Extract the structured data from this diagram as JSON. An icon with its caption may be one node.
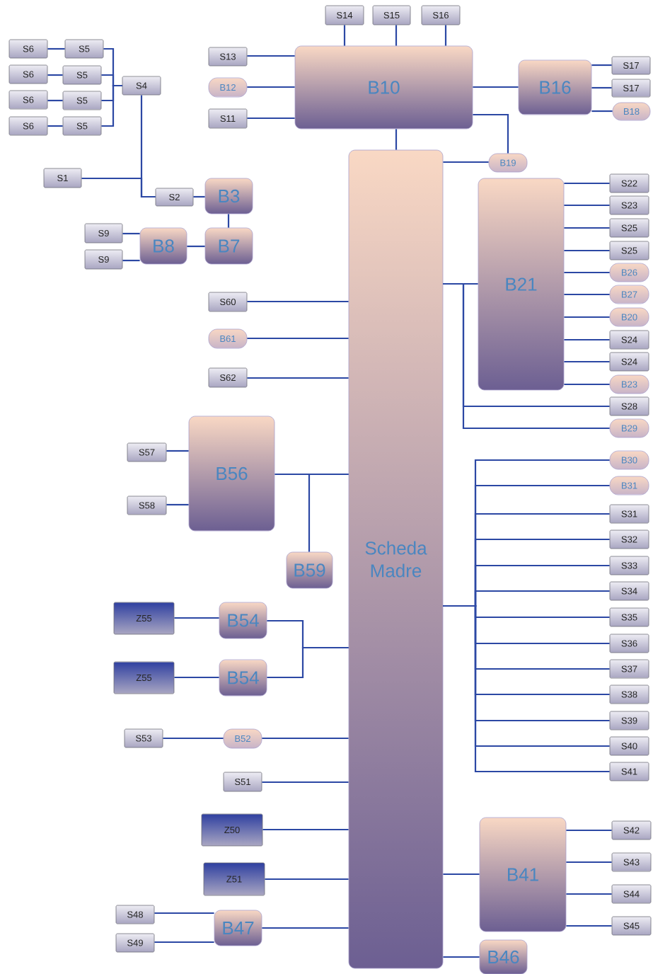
{
  "diagram": {
    "nodes": [
      {
        "text": [
          "S14"
        ]
      },
      {
        "text": [
          "S15"
        ]
      },
      {
        "text": [
          "S16"
        ]
      },
      {
        "text": [
          "S13"
        ]
      },
      {
        "text": [
          "B10"
        ]
      },
      {
        "text": [
          "B12"
        ]
      },
      {
        "text": [
          "S11"
        ]
      },
      {
        "text": [
          "B16"
        ]
      },
      {
        "text": [
          "S17"
        ]
      },
      {
        "text": [
          "S17"
        ]
      },
      {
        "text": [
          "B18"
        ]
      },
      {
        "text": [
          "S6"
        ]
      },
      {
        "text": [
          "S5"
        ]
      },
      {
        "text": [
          "S6"
        ]
      },
      {
        "text": [
          "S5"
        ]
      },
      {
        "text": [
          "S6"
        ]
      },
      {
        "text": [
          "S5"
        ]
      },
      {
        "text": [
          "S6"
        ]
      },
      {
        "text": [
          "S5"
        ]
      },
      {
        "text": [
          "S4"
        ]
      },
      {
        "text": [
          "S1"
        ]
      },
      {
        "text": [
          "S2"
        ]
      },
      {
        "text": [
          "B3"
        ]
      },
      {
        "text": [
          "S9"
        ]
      },
      {
        "text": [
          "S9"
        ]
      },
      {
        "text": [
          "B8"
        ]
      },
      {
        "text": [
          "B7"
        ]
      },
      {
        "text": [
          "Scheda Madre"
        ]
      },
      {
        "text": [
          "B19"
        ]
      },
      {
        "text": [
          "B21"
        ]
      },
      {
        "text": [
          "S22"
        ]
      },
      {
        "text": [
          "S23"
        ]
      },
      {
        "text": [
          "S25"
        ]
      },
      {
        "text": [
          "S25"
        ]
      },
      {
        "text": [
          "B26"
        ]
      },
      {
        "text": [
          "B27"
        ]
      },
      {
        "text": [
          "B20"
        ]
      },
      {
        "text": [
          "S24"
        ]
      },
      {
        "text": [
          "S24"
        ]
      },
      {
        "text": [
          "B23"
        ]
      },
      {
        "text": [
          "S28"
        ]
      },
      {
        "text": [
          "B29"
        ]
      },
      {
        "text": [
          "S60"
        ]
      },
      {
        "text": [
          "B61"
        ]
      },
      {
        "text": [
          "S62"
        ]
      },
      {
        "text": [
          "B56"
        ]
      },
      {
        "text": [
          "S57"
        ]
      },
      {
        "text": [
          "S58"
        ]
      },
      {
        "text": [
          "B59"
        ]
      },
      {
        "text": [
          "B30"
        ]
      },
      {
        "text": [
          "B31"
        ]
      },
      {
        "text": [
          "S31"
        ]
      },
      {
        "text": [
          "S32"
        ]
      },
      {
        "text": [
          "S33"
        ]
      },
      {
        "text": [
          "S34"
        ]
      },
      {
        "text": [
          "S35"
        ]
      },
      {
        "text": [
          "S36"
        ]
      },
      {
        "text": [
          "S37"
        ]
      },
      {
        "text": [
          "S38"
        ]
      },
      {
        "text": [
          "S39"
        ]
      },
      {
        "text": [
          "S40"
        ]
      },
      {
        "text": [
          "S41"
        ]
      },
      {
        "text": [
          "Z55"
        ]
      },
      {
        "text": [
          "B54"
        ]
      },
      {
        "text": [
          "Z55"
        ]
      },
      {
        "text": [
          "B54"
        ]
      },
      {
        "text": [
          "S53"
        ]
      },
      {
        "text": [
          "B52"
        ]
      },
      {
        "text": [
          "S51"
        ]
      },
      {
        "text": [
          "Z50"
        ]
      },
      {
        "text": [
          "Z51"
        ]
      },
      {
        "text": [
          "S48"
        ]
      },
      {
        "text": [
          "S49"
        ]
      },
      {
        "text": [
          "B47"
        ]
      },
      {
        "text": [
          "B41"
        ]
      },
      {
        "text": [
          "S42"
        ]
      },
      {
        "text": [
          "S43"
        ]
      },
      {
        "text": [
          "S44"
        ]
      },
      {
        "text": [
          "S45"
        ]
      },
      {
        "text": [
          "B46"
        ]
      }
    ],
    "edges": [
      {
        "from": 0,
        "to": 4,
        "arrow": "none"
      },
      {
        "from": 1,
        "to": 4,
        "arrow": "none"
      },
      {
        "from": 2,
        "to": 4,
        "arrow": "none"
      },
      {
        "from": 3,
        "to": 4,
        "arrow": "none"
      },
      {
        "from": 5,
        "to": 4,
        "arrow": "none"
      },
      {
        "from": 6,
        "to": 4,
        "arrow": "none"
      },
      {
        "from": 4,
        "to": 7,
        "arrow": "none"
      },
      {
        "from": 7,
        "to": 8,
        "arrow": "none"
      },
      {
        "from": 7,
        "to": 9,
        "arrow": "none"
      },
      {
        "from": 7,
        "to": 10,
        "arrow": "none"
      },
      {
        "from": 4,
        "to": 28,
        "arrow": "none"
      },
      {
        "from": 4,
        "to": 27,
        "arrow": "none"
      },
      {
        "from": 11,
        "to": 12,
        "arrow": "none"
      },
      {
        "from": 13,
        "to": 14,
        "arrow": "none"
      },
      {
        "from": 15,
        "to": 16,
        "arrow": "none"
      },
      {
        "from": 17,
        "to": 18,
        "arrow": "none"
      },
      {
        "from": 12,
        "to": 19,
        "arrow": "none"
      },
      {
        "from": 14,
        "to": 19,
        "arrow": "none"
      },
      {
        "from": 16,
        "to": 19,
        "arrow": "none"
      },
      {
        "from": 18,
        "to": 19,
        "arrow": "none"
      },
      {
        "from": 19,
        "to": 21,
        "arrow": "none"
      },
      {
        "from": 20,
        "to": 21,
        "arrow": "none"
      },
      {
        "from": 21,
        "to": 22,
        "arrow": "none"
      },
      {
        "from": 22,
        "to": 26,
        "arrow": "none"
      },
      {
        "from": 23,
        "to": 25,
        "arrow": "none"
      },
      {
        "from": 24,
        "to": 25,
        "arrow": "none"
      },
      {
        "from": 25,
        "to": 26,
        "arrow": "none"
      },
      {
        "from": 27,
        "to": 28,
        "arrow": "none"
      },
      {
        "from": 27,
        "to": 29,
        "arrow": "none"
      },
      {
        "from": 29,
        "to": 30,
        "arrow": "none"
      },
      {
        "from": 29,
        "to": 31,
        "arrow": "none"
      },
      {
        "from": 29,
        "to": 32,
        "arrow": "none"
      },
      {
        "from": 29,
        "to": 33,
        "arrow": "none"
      },
      {
        "from": 29,
        "to": 34,
        "arrow": "none"
      },
      {
        "from": 29,
        "to": 35,
        "arrow": "none"
      },
      {
        "from": 29,
        "to": 36,
        "arrow": "none"
      },
      {
        "from": 29,
        "to": 37,
        "arrow": "none"
      },
      {
        "from": 29,
        "to": 38,
        "arrow": "none"
      },
      {
        "from": 29,
        "to": 39,
        "arrow": "none"
      },
      {
        "from": 27,
        "to": 40,
        "arrow": "none"
      },
      {
        "from": 27,
        "to": 41,
        "arrow": "none"
      },
      {
        "from": 42,
        "to": 27,
        "arrow": "none"
      },
      {
        "from": 43,
        "to": 27,
        "arrow": "none"
      },
      {
        "from": 44,
        "to": 27,
        "arrow": "none"
      },
      {
        "from": 45,
        "to": 27,
        "arrow": "none"
      },
      {
        "from": 46,
        "to": 45,
        "arrow": "none"
      },
      {
        "from": 47,
        "to": 45,
        "arrow": "none"
      },
      {
        "from": 48,
        "to": 27,
        "arrow": "none"
      },
      {
        "from": 27,
        "to": 49,
        "arrow": "none"
      },
      {
        "from": 27,
        "to": 50,
        "arrow": "none"
      },
      {
        "from": 27,
        "to": 51,
        "arrow": "none"
      },
      {
        "from": 27,
        "to": 52,
        "arrow": "none"
      },
      {
        "from": 27,
        "to": 53,
        "arrow": "none"
      },
      {
        "from": 27,
        "to": 54,
        "arrow": "none"
      },
      {
        "from": 27,
        "to": 55,
        "arrow": "none"
      },
      {
        "from": 27,
        "to": 56,
        "arrow": "none"
      },
      {
        "from": 27,
        "to": 57,
        "arrow": "none"
      },
      {
        "from": 27,
        "to": 58,
        "arrow": "none"
      },
      {
        "from": 27,
        "to": 59,
        "arrow": "none"
      },
      {
        "from": 27,
        "to": 60,
        "arrow": "none"
      },
      {
        "from": 27,
        "to": 61,
        "arrow": "none"
      },
      {
        "from": 62,
        "to": 63,
        "arrow": "none"
      },
      {
        "from": 64,
        "to": 65,
        "arrow": "none"
      },
      {
        "from": 63,
        "to": 27,
        "arrow": "none"
      },
      {
        "from": 65,
        "to": 27,
        "arrow": "none"
      },
      {
        "from": 66,
        "to": 67,
        "arrow": "none"
      },
      {
        "from": 67,
        "to": 27,
        "arrow": "none"
      },
      {
        "from": 68,
        "to": 27,
        "arrow": "none"
      },
      {
        "from": 69,
        "to": 27,
        "arrow": "none"
      },
      {
        "from": 70,
        "to": 27,
        "arrow": "none"
      },
      {
        "from": 71,
        "to": 73,
        "arrow": "none"
      },
      {
        "from": 72,
        "to": 73,
        "arrow": "none"
      },
      {
        "from": 73,
        "to": 27,
        "arrow": "none"
      },
      {
        "from": 27,
        "to": 74,
        "arrow": "none"
      },
      {
        "from": 74,
        "to": 75,
        "arrow": "none"
      },
      {
        "from": 74,
        "to": 76,
        "arrow": "none"
      },
      {
        "from": 74,
        "to": 77,
        "arrow": "none"
      },
      {
        "from": 74,
        "to": 78,
        "arrow": "none"
      },
      {
        "from": 27,
        "to": 79,
        "arrow": "none"
      }
    ]
  }
}
